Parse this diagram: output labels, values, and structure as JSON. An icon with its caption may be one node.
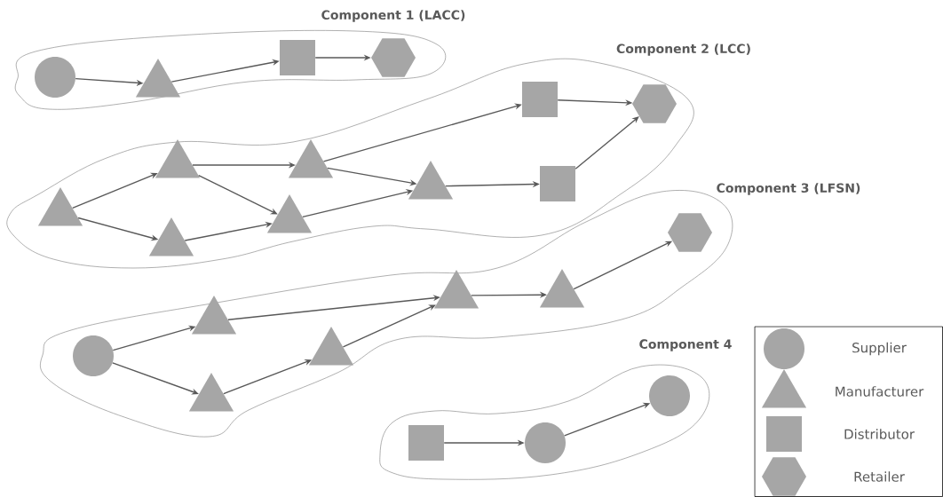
{
  "diagram": {
    "nodes": [
      {
        "text": [
          "Component 1 (LACC)"
        ]
      },
      {
        "text": [],
        "shape": "circle",
        "in": 0
      },
      {
        "text": [],
        "shape": "triangle",
        "in": 0
      },
      {
        "text": [],
        "shape": "box",
        "in": 0
      },
      {
        "text": [],
        "shape": "hexagon",
        "in": 0
      },
      {
        "text": [
          "Component 2 (LCC)"
        ]
      },
      {
        "text": [],
        "shape": "triangle",
        "in": 5
      },
      {
        "text": [],
        "shape": "triangle",
        "in": 5
      },
      {
        "text": [],
        "shape": "triangle",
        "in": 5
      },
      {
        "text": [],
        "shape": "triangle",
        "in": 5
      },
      {
        "text": [],
        "shape": "triangle",
        "in": 5
      },
      {
        "text": [],
        "shape": "triangle",
        "in": 5
      },
      {
        "text": [],
        "shape": "box",
        "in": 5
      },
      {
        "text": [],
        "shape": "box",
        "in": 5
      },
      {
        "text": [],
        "shape": "hexagon",
        "in": 5
      },
      {
        "text": [
          "Component 3 (LFSN)"
        ]
      },
      {
        "text": [],
        "shape": "circle",
        "in": 15
      },
      {
        "text": [],
        "shape": "triangle",
        "in": 15
      },
      {
        "text": [],
        "shape": "triangle",
        "in": 15
      },
      {
        "text": [],
        "shape": "triangle",
        "in": 15
      },
      {
        "text": [],
        "shape": "triangle",
        "in": 15
      },
      {
        "text": [],
        "shape": "triangle",
        "in": 15
      },
      {
        "text": [],
        "shape": "hexagon",
        "in": 15
      },
      {
        "text": [
          "Component 4"
        ]
      },
      {
        "text": [],
        "shape": "box",
        "in": 23
      },
      {
        "text": [],
        "shape": "circle",
        "in": 23
      },
      {
        "text": [],
        "shape": "circle",
        "in": 23
      }
    ],
    "edges": [
      {
        "from": 1,
        "to": 2,
        "arrow": "to"
      },
      {
        "from": 2,
        "to": 3,
        "arrow": "to"
      },
      {
        "from": 3,
        "to": 4,
        "arrow": "to"
      },
      {
        "from": 6,
        "to": 7,
        "arrow": "to"
      },
      {
        "from": 6,
        "to": 8,
        "arrow": "to"
      },
      {
        "from": 7,
        "to": 9,
        "arrow": "to"
      },
      {
        "from": 7,
        "to": 10,
        "arrow": "to"
      },
      {
        "from": 8,
        "to": 10,
        "arrow": "to"
      },
      {
        "from": 9,
        "to": 12,
        "arrow": "to"
      },
      {
        "from": 9,
        "to": 11,
        "arrow": "to"
      },
      {
        "from": 10,
        "to": 11,
        "arrow": "to"
      },
      {
        "from": 11,
        "to": 13,
        "arrow": "to"
      },
      {
        "from": 12,
        "to": 14,
        "arrow": "to"
      },
      {
        "from": 13,
        "to": 14,
        "arrow": "to"
      },
      {
        "from": 16,
        "to": 17,
        "arrow": "to"
      },
      {
        "from": 16,
        "to": 18,
        "arrow": "to"
      },
      {
        "from": 17,
        "to": 20,
        "arrow": "to"
      },
      {
        "from": 18,
        "to": 19,
        "arrow": "to"
      },
      {
        "from": 19,
        "to": 20,
        "arrow": "to"
      },
      {
        "from": 20,
        "to": 21,
        "arrow": "to"
      },
      {
        "from": 21,
        "to": 22,
        "arrow": "to"
      },
      {
        "from": 24,
        "to": 25,
        "arrow": "to"
      },
      {
        "from": 25,
        "to": 26,
        "arrow": "to"
      }
    ],
    "legend": [
      {
        "text": "Supplier"
      },
      {
        "text": "Manufacturer"
      },
      {
        "text": "Distributor"
      },
      {
        "text": "Retailer"
      }
    ]
  }
}
